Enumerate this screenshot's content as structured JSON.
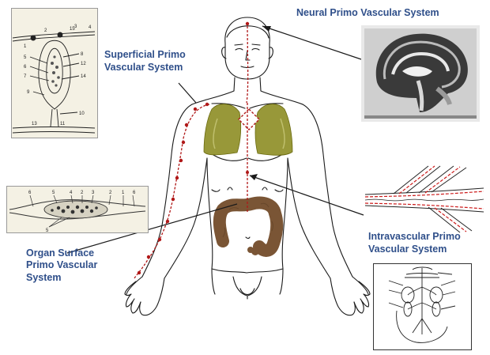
{
  "labels": {
    "neural": "Neural Primo Vascular System",
    "superficial_line1": "Superficial Primo",
    "superficial_line2": "Vascular System",
    "intravascular_line1": "Intravascular Primo",
    "intravascular_line2": "Vascular System",
    "organ_line1": "Organ Surface",
    "organ_line2": "Primo Vascular",
    "organ_line3": "System"
  },
  "inset_numbers": {
    "node": [
      "1",
      "2",
      "3",
      "4",
      "5",
      "6",
      "7",
      "8",
      "9",
      "10",
      "11",
      "12",
      "13",
      "14",
      "15"
    ],
    "organ": [
      "6",
      "5",
      "4",
      "2",
      "3",
      "2",
      "1",
      "6",
      "5"
    ]
  },
  "colors": {
    "label_text": "#2f4f8a",
    "primo_vessel": "#b01818",
    "lungs": "#8a8a1e",
    "intestine": "#7a5535",
    "outline": "#1a1a1a"
  }
}
